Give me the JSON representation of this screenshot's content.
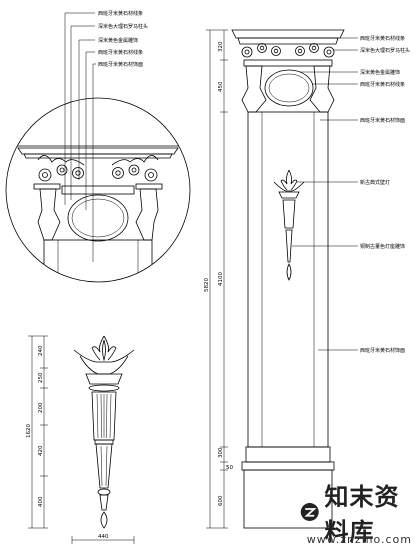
{
  "detail_labels": [
    "西班牙米黄石材线条",
    "深米色大理石罗马柱头",
    "深米黄色金属雕饰",
    "西班牙米黄石材线条",
    "西班牙米黄石材饰面"
  ],
  "column_labels": [
    "西班牙米黄石材线条",
    "深米色大理石罗马柱头",
    "深米黄色金属雕饰",
    "西班牙米黄石材线条",
    "西班牙米黄石材饰面",
    "新古典式壁灯",
    "铜制古董色灯座雕饰",
    "西班牙米黄石材饰面"
  ],
  "column_dims": [
    "320",
    "450",
    "4100",
    "300",
    "50",
    "600"
  ],
  "column_total": "5820",
  "lamp_dims": [
    "240",
    "250",
    "200",
    "420",
    "400"
  ],
  "lamp_total": "1620",
  "lamp_width": "440",
  "watermark": {
    "brand": "知末资料库",
    "url": "www.znzmo.com"
  }
}
